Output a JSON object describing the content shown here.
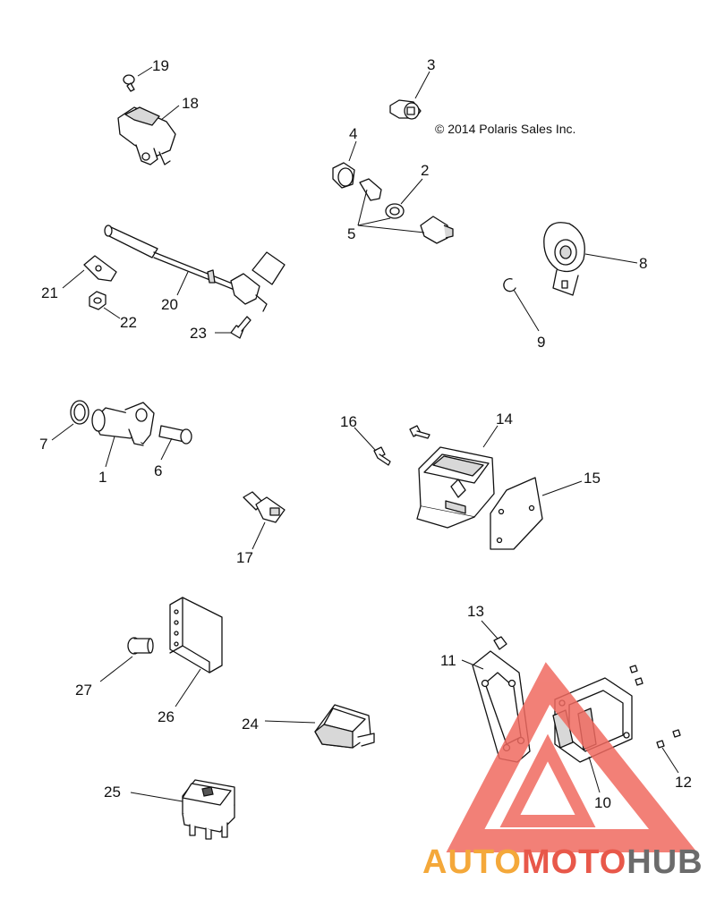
{
  "copyright": "© 2014 Polaris Sales Inc.",
  "callouts": [
    "1",
    "2",
    "3",
    "4",
    "5",
    "6",
    "7",
    "8",
    "9",
    "10",
    "11",
    "12",
    "13",
    "14",
    "15",
    "16",
    "17",
    "18",
    "19",
    "20",
    "21",
    "22",
    "23",
    "24",
    "25",
    "26",
    "27"
  ],
  "watermark": {
    "part1": "AUTO",
    "part2": "MOTO",
    "part3": "HUB",
    "colors": {
      "orange": "#f4a83a",
      "red": "#e8584a",
      "gray": "#6b6b6b",
      "triangle": "#f06a60"
    }
  }
}
